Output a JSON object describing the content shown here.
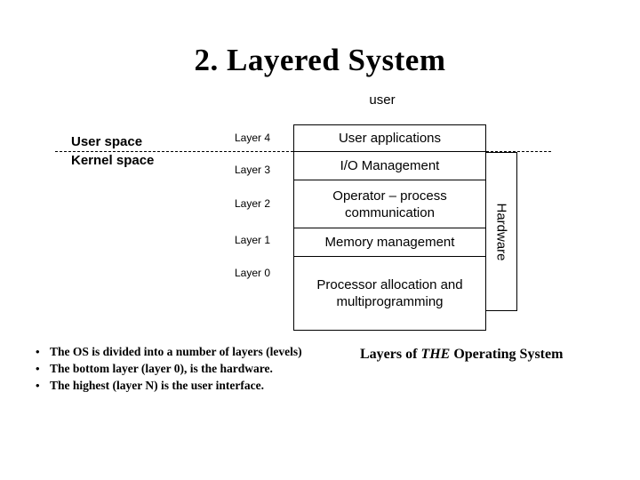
{
  "slide": {
    "title": "2. Layered System",
    "top_actor_label": "user",
    "space_labels": {
      "user_space": "User space",
      "kernel_space": "Kernel space"
    },
    "hardware_label": "Hardware",
    "layer_labels": [
      "Layer 4",
      "Layer 3",
      "Layer 2",
      "Layer 1",
      "Layer 0"
    ],
    "layers": [
      {
        "level": "Layer 4",
        "name": "User applications"
      },
      {
        "level": "Layer 3",
        "name": "I/O Management"
      },
      {
        "level": "Layer 2",
        "name": "Operator – process communication"
      },
      {
        "level": "Layer 1",
        "name": "Memory management"
      },
      {
        "level": "Layer 0",
        "name": "Processor allocation and multiprogramming"
      }
    ],
    "bullets": [
      "The OS is divided into a number of layers (levels)",
      "The bottom layer (layer 0), is the hardware.",
      "The highest (layer N) is the user interface."
    ],
    "bullet_marker": "•",
    "caption": {
      "prefix": "Layers of ",
      "emphasis": "THE",
      "suffix": " Operating System"
    },
    "colors": {
      "background": "#ffffff",
      "ink": "#000000",
      "border": "#000000"
    }
  }
}
